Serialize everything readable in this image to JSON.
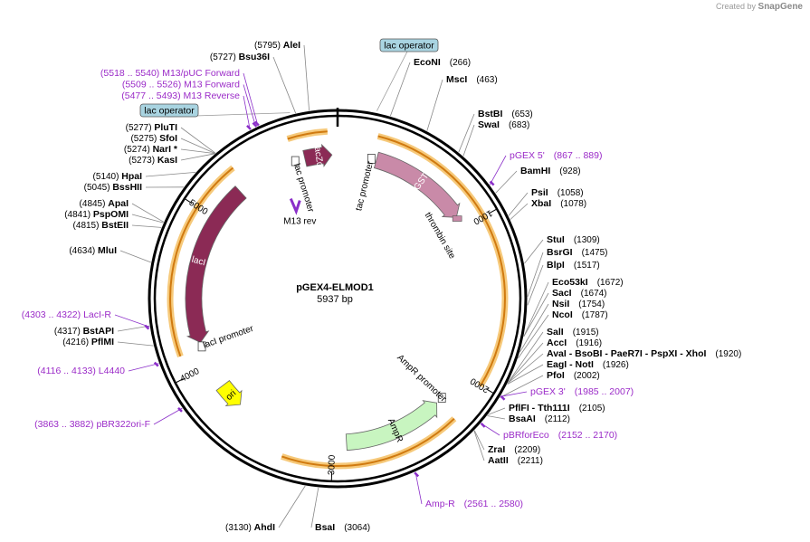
{
  "watermark": {
    "prefix": "Created by",
    "brand": "SnapGene"
  },
  "plasmid": {
    "name": "pGEX4-ELMOD1",
    "length_label": "5937 bp",
    "length": 5937
  },
  "colors": {
    "backbone": "#000000",
    "orf_highlight": "#f6c97a",
    "orf_line": "#d07a10",
    "lacZa": "#8b2a55",
    "lacI": "#8b2a55",
    "GST": "#c98aa8",
    "AmpR": "#c8f5c0",
    "ori": "#ffff00",
    "primer": "#8b2fc9",
    "feature_label": "#000000",
    "primer_label": "#9b2bc8",
    "lac_operator_box": "#a9d4e1",
    "ticks": "#000000"
  },
  "scale_labels": [
    "1000",
    "2000",
    "3000",
    "4000",
    "5000"
  ],
  "features": [
    {
      "id": "lacZa",
      "label": "lacZα",
      "start": 5720,
      "end": 5900,
      "type": "cds"
    },
    {
      "id": "GST",
      "label": "GST",
      "start": 258,
      "end": 918,
      "type": "cds"
    },
    {
      "id": "thrombin",
      "label": "thrombin site",
      "start": 918,
      "end": 936,
      "type": "site"
    },
    {
      "id": "lacI",
      "label": "lacI",
      "start": 4160,
      "end": 5240,
      "type": "cds"
    },
    {
      "id": "AmpR",
      "label": "AmpR",
      "start": 2250,
      "end": 2910,
      "type": "cds"
    },
    {
      "id": "ori",
      "label": "ori",
      "start": 3670,
      "end": 3840,
      "type": "ori"
    },
    {
      "id": "tac1",
      "label": "tac promoter",
      "start": 210,
      "end": 238,
      "type": "promoter"
    },
    {
      "id": "lac_prom",
      "label": "lac promoter",
      "start": 5640,
      "end": 5670,
      "type": "promoter"
    },
    {
      "id": "lacI_prom",
      "label": "lacI promoter",
      "start": 4105,
      "end": 4160,
      "type": "promoter"
    },
    {
      "id": "AmpR_prom",
      "label": "AmpR promoter",
      "start": 2150,
      "end": 2255,
      "type": "promoter"
    },
    {
      "id": "M13rev",
      "label": "M13 rev",
      "start": 5510,
      "end": 5540,
      "type": "primer_site"
    }
  ],
  "orf_arcs": [
    {
      "start": 5650,
      "end": 5880
    },
    {
      "start": 230,
      "end": 2003
    },
    {
      "start": 2240,
      "end": 3290
    },
    {
      "start": 4120,
      "end": 5300
    }
  ],
  "lac_operators": [
    {
      "label": "lac operator",
      "site": 195
    },
    {
      "label": "lac operator",
      "site": 5700
    }
  ],
  "sites": [
    {
      "name": "AleI",
      "pos": "(5795)",
      "site": 5795
    },
    {
      "name": "Bsu36I",
      "pos": "(5727)",
      "site": 5727
    },
    {
      "name": "EcoNI",
      "pos": "(266)",
      "site": 266
    },
    {
      "name": "MscI",
      "pos": "(463)",
      "site": 463
    },
    {
      "name": "BstBI",
      "pos": "(653)",
      "site": 653
    },
    {
      "name": "SwaI",
      "pos": "(683)",
      "site": 683
    },
    {
      "name": "BamHI",
      "pos": "(928)",
      "site": 928
    },
    {
      "name": "PsiI",
      "pos": "(1058)",
      "site": 1058
    },
    {
      "name": "XbaI",
      "pos": "(1078)",
      "site": 1078
    },
    {
      "name": "StuI",
      "pos": "(1309)",
      "site": 1309
    },
    {
      "name": "BsrGI",
      "pos": "(1475)",
      "site": 1475
    },
    {
      "name": "BlpI",
      "pos": "(1517)",
      "site": 1517
    },
    {
      "name": "Eco53kI",
      "pos": "(1672)",
      "site": 1672
    },
    {
      "name": "SacI",
      "pos": "(1674)",
      "site": 1674
    },
    {
      "name": "NsiI",
      "pos": "(1754)",
      "site": 1754
    },
    {
      "name": "NcoI",
      "pos": "(1787)",
      "site": 1787
    },
    {
      "name": "SalI",
      "pos": "(1915)",
      "site": 1915
    },
    {
      "name": "AccI",
      "pos": "(1916)",
      "site": 1916
    },
    {
      "name": "AvaI - BsoBI - PaeR7I - PspXI - XhoI",
      "pos": "(1920)",
      "site": 1920
    },
    {
      "name": "EagI - NotI",
      "pos": "(1926)",
      "site": 1926
    },
    {
      "name": "PfoI",
      "pos": "(2002)",
      "site": 2002
    },
    {
      "name": "PflFI - Tth111I",
      "pos": "(2105)",
      "site": 2105
    },
    {
      "name": "BsaAI",
      "pos": "(2112)",
      "site": 2112
    },
    {
      "name": "ZraI",
      "pos": "(2209)",
      "site": 2209
    },
    {
      "name": "AatII",
      "pos": "(2211)",
      "site": 2211
    },
    {
      "name": "BsaI",
      "pos": "(3064)",
      "site": 3064
    },
    {
      "name": "AhdI",
      "pos": "(3130)",
      "site": 3130
    },
    {
      "name": "MluI",
      "pos": "(4634)",
      "site": 4634
    },
    {
      "name": "BstEII",
      "pos": "(4815)",
      "site": 4815
    },
    {
      "name": "PspOMI",
      "pos": "(4841)",
      "site": 4841
    },
    {
      "name": "ApaI",
      "pos": "(4845)",
      "site": 4845
    },
    {
      "name": "BssHII",
      "pos": "(5045)",
      "site": 5045
    },
    {
      "name": "HpaI",
      "pos": "(5140)",
      "site": 5140
    },
    {
      "name": "KasI",
      "pos": "(5273)",
      "site": 5273
    },
    {
      "name": "NarI *",
      "pos": "(5274)",
      "site": 5274
    },
    {
      "name": "SfoI",
      "pos": "(5275)",
      "site": 5275
    },
    {
      "name": "PluTI",
      "pos": "(5277)",
      "site": 5277
    },
    {
      "name": "BstAPI",
      "pos": "(4317)",
      "site": 4317
    },
    {
      "name": "PflMI",
      "pos": "(4216)",
      "site": 4216
    }
  ],
  "primers": [
    {
      "name": "M13/pUC Forward",
      "range": "(5518 .. 5540)",
      "site": 5529
    },
    {
      "name": "M13 Forward",
      "range": "(5509 .. 5526)",
      "site": 5517
    },
    {
      "name": "M13 Reverse",
      "range": "(5477 .. 5493)",
      "site": 5485
    },
    {
      "name": "pGEX 5'",
      "range": "(867 .. 889)",
      "site": 878
    },
    {
      "name": "pGEX 3'",
      "range": "(1985 .. 2007)",
      "site": 1996
    },
    {
      "name": "pBRforEco",
      "range": "(2152 .. 2170)",
      "site": 2161
    },
    {
      "name": "Amp-R",
      "range": "(2561 .. 2580)",
      "site": 2570
    },
    {
      "name": "pBR322ori-F",
      "range": "(3863 .. 3882)",
      "site": 3872
    },
    {
      "name": "L4440",
      "range": "(4116 .. 4133)",
      "site": 4124
    },
    {
      "name": "LacI-R",
      "range": "(4303 .. 4322)",
      "site": 4312
    }
  ]
}
